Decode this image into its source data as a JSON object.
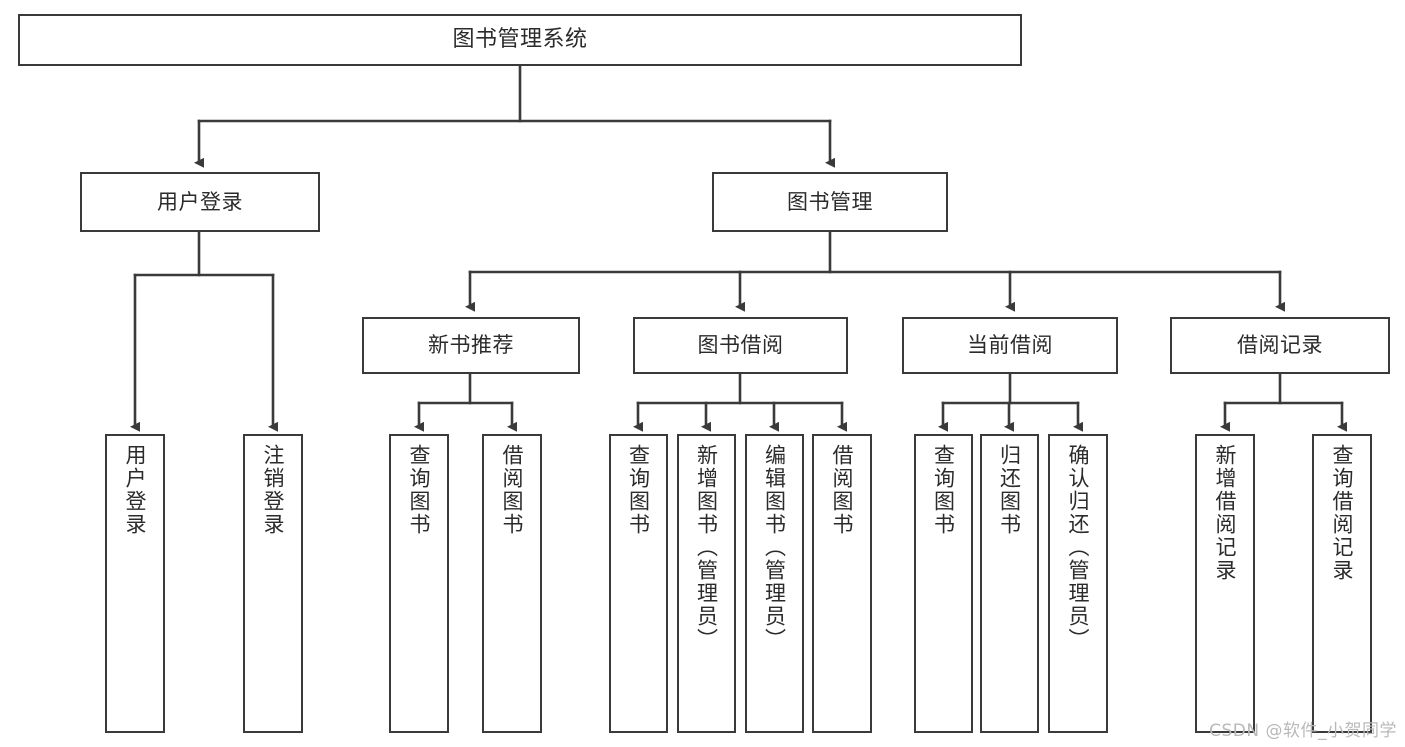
{
  "diagram": {
    "title": "图书管理系统",
    "type": "tree-hierarchy-diagram",
    "orientation": "top-down",
    "colors": {
      "box_border": "#3a3a3a",
      "box_fill": "#ffffff",
      "edge": "#3a3a3a",
      "text": "#2b2b2b",
      "watermark": "#b9b9b9",
      "background": "#ffffff"
    }
  },
  "nodes": {
    "root": {
      "label": "图书管理系统"
    },
    "level2": [
      {
        "label": "用户登录"
      },
      {
        "label": "图书管理"
      }
    ],
    "level3": [
      {
        "label": "新书推荐"
      },
      {
        "label": "图书借阅"
      },
      {
        "label": "当前借阅"
      },
      {
        "label": "借阅记录"
      }
    ],
    "leaves": {
      "user_login": [
        {
          "label": "用户登录"
        },
        {
          "label": "注销登录"
        }
      ],
      "new_book_recommend": [
        {
          "label": "查询图书"
        },
        {
          "label": "借阅图书"
        }
      ],
      "book_borrow": [
        {
          "label": "查询图书"
        },
        {
          "label": "新增图书（管理员）"
        },
        {
          "label": "编辑图书（管理员）"
        },
        {
          "label": "借阅图书"
        }
      ],
      "current_borrow": [
        {
          "label": "查询图书"
        },
        {
          "label": "归还图书"
        },
        {
          "label": "确认归还（管理员）"
        }
      ],
      "borrow_record": [
        {
          "label": "新增借阅记录"
        },
        {
          "label": "查询借阅记录"
        }
      ]
    }
  },
  "watermark": {
    "text": "CSDN @软件_小贺同学"
  }
}
